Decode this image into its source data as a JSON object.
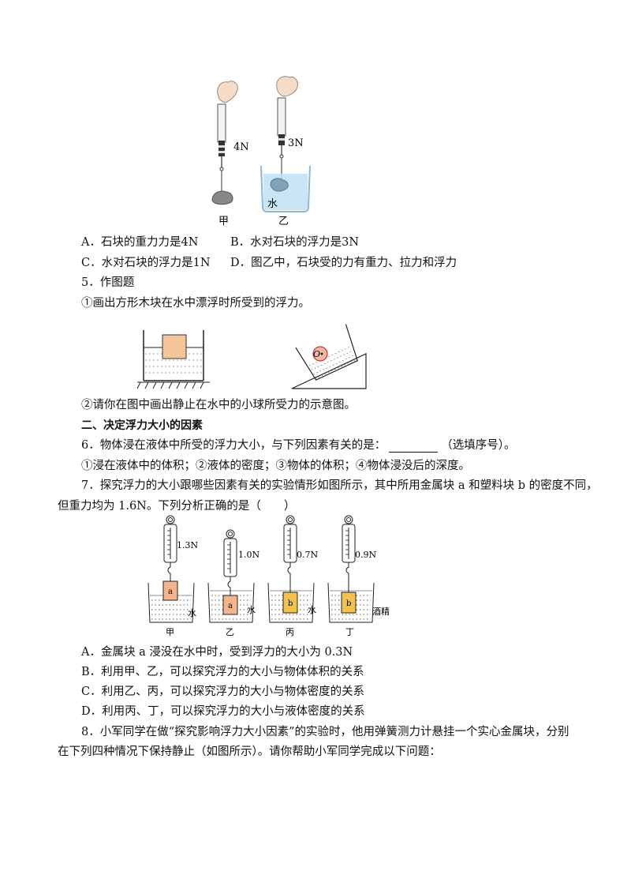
{
  "fig_top": {
    "left_reading": "4N",
    "right_reading": "3N",
    "water_label": "水",
    "left_caption": "甲",
    "right_caption": "乙"
  },
  "q4_options": {
    "a": "A．石块的重力力是4N",
    "b": "B．水对石块的浮力是3N",
    "c": "C．水对石块的浮力是1N",
    "d": "D．图乙中，石块受的力有重力、拉力和浮力"
  },
  "q5": {
    "title": "5．作图题",
    "part1": "①画出方形木块在水中漂浮时所受到的浮力。",
    "ball_label": "O",
    "part2": "②请你在图中画出静止在水中的小球所受力的示意图。"
  },
  "section2": {
    "title": "二、决定浮力大小的因素"
  },
  "q6": {
    "stem_a": "6．物体浸在液体中所受的浮力大小，与下列因素有关的是：",
    "stem_b": "（选填序号）。",
    "options": "①浸在液体中的体积；②液体的密度；③物体的体积；④物体浸没后的深度。"
  },
  "q7": {
    "stem1": "7．探究浮力的大小跟哪些因素有关的实验情形如图所示，其中所用金属块 a 和塑料块 b 的密度不同，",
    "stem2": "但重力均为 1.6N。下列分析正确的是（　　）",
    "setups": [
      {
        "reading": "1.3N",
        "block": "a",
        "liquid": "水",
        "caption": "甲"
      },
      {
        "reading": "1.0N",
        "block": "a",
        "liquid": "水",
        "caption": "乙"
      },
      {
        "reading": "0.7N",
        "block": "b",
        "liquid": "水",
        "caption": "丙"
      },
      {
        "reading": "0.9N",
        "block": "b",
        "liquid": "酒精",
        "caption": "丁"
      }
    ],
    "opt_a": "A．金属块 a 浸没在水中时，受到浮力的大小为 0.3N",
    "opt_b": "B．利用甲、乙，可以探究浮力的大小与物体体积的关系",
    "opt_c": "C．利用乙、丙，可以探究浮力的大小与物体密度的关系",
    "opt_d": "D．利用丙、丁，可以探究浮力的大小与液体密度的关系"
  },
  "q8": {
    "line1": "8．小军同学在做“探究影响浮力大小因素”的实验时，他用弹簧测力计悬挂一个实心金属块，分别",
    "line2": "在下列四种情况下保持静止（如图所示）。请你帮助小军同学完成以下问题："
  }
}
